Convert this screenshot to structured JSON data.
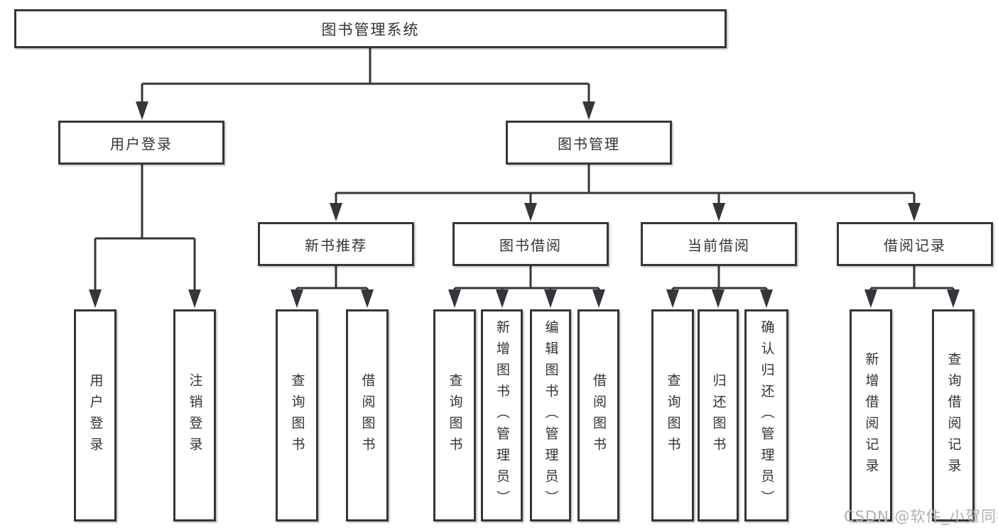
{
  "diagram": {
    "root": {
      "label": "图书管理系统"
    },
    "branches": [
      {
        "label": "用户登录",
        "leaves": [
          {
            "label": "用户登录"
          },
          {
            "label": "注销登录"
          }
        ]
      },
      {
        "label": "图书管理",
        "groups": [
          {
            "label": "新书推荐",
            "leaves": [
              {
                "label": "查询图书"
              },
              {
                "label": "借阅图书"
              }
            ]
          },
          {
            "label": "图书借阅",
            "leaves": [
              {
                "label": "查询图书"
              },
              {
                "label": "新增图书（管理员）"
              },
              {
                "label": "编辑图书（管理员）"
              },
              {
                "label": "借阅图书"
              }
            ]
          },
          {
            "label": "当前借阅",
            "leaves": [
              {
                "label": "查询图书"
              },
              {
                "label": "归还图书"
              },
              {
                "label": "确认归还（管理员）"
              }
            ]
          },
          {
            "label": "借阅记录",
            "leaves": [
              {
                "label": "新增借阅记录"
              },
              {
                "label": "查询借阅记录"
              }
            ]
          }
        ]
      }
    ]
  },
  "watermark": {
    "text": "CSDN @软件_小贺同学"
  },
  "colors": {
    "line": "#33363a",
    "text": "#333333",
    "watermark": "#b0b0b0",
    "background": "#ffffff"
  }
}
